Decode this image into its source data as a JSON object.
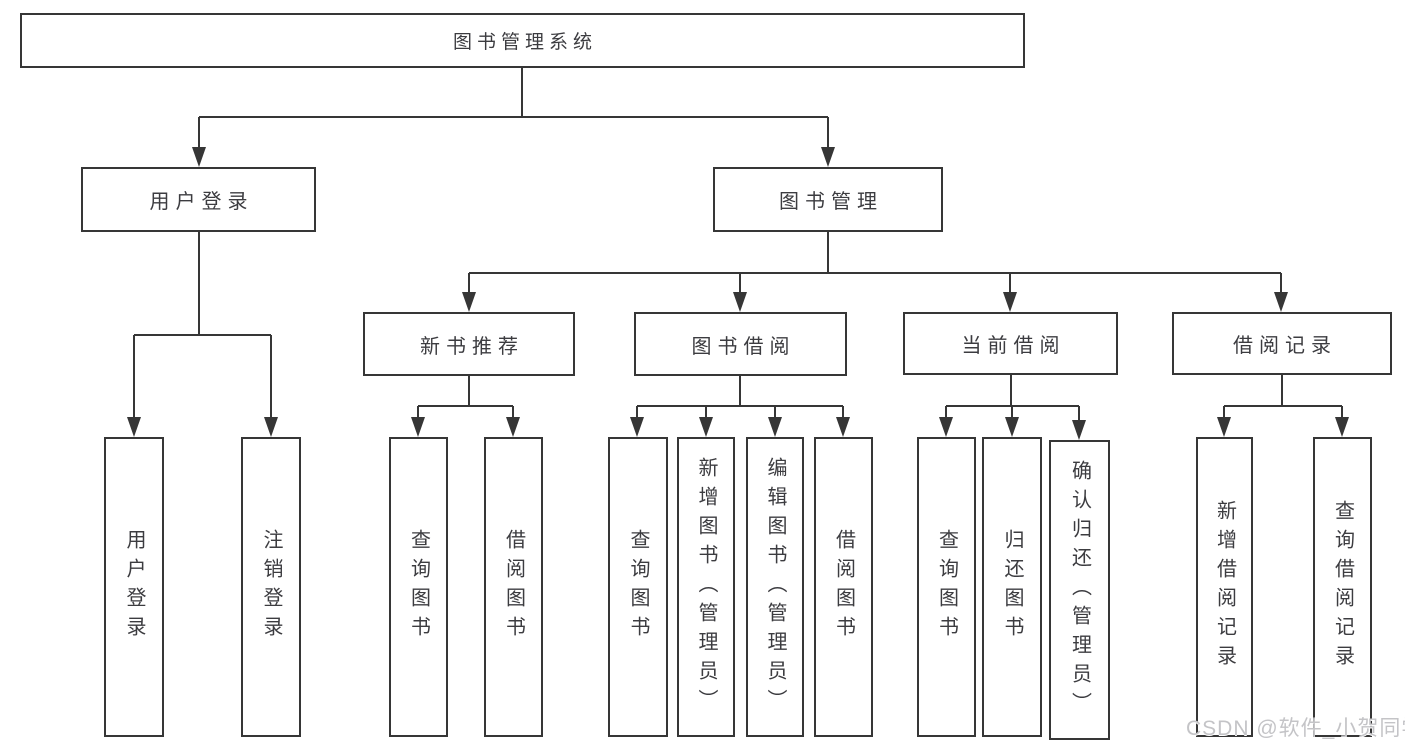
{
  "tree": {
    "root": "图书管理系统",
    "branches": [
      {
        "label": "用户登录",
        "children": [
          "用户登录",
          "注销登录"
        ]
      },
      {
        "label": "图书管理",
        "children": [
          {
            "label": "新书推荐",
            "children": [
              "查询图书",
              "借阅图书"
            ]
          },
          {
            "label": "图书借阅",
            "children": [
              "查询图书",
              "新增图书（管理员）",
              "编辑图书（管理员）",
              "借阅图书"
            ]
          },
          {
            "label": "当前借阅",
            "children": [
              "查询图书",
              "归还图书",
              "确认归还（管理员）"
            ]
          },
          {
            "label": "借阅记录",
            "children": [
              "新增借阅记录",
              "查询借阅记录"
            ]
          }
        ]
      }
    ]
  },
  "watermark": {
    "text": "CSDN @软件_小贺同学"
  },
  "colors": {
    "line": "#363636",
    "text": "#3c3c40",
    "box_background": "#ffffff",
    "watermark": "#c4c4c7",
    "background": "#ffffff"
  }
}
